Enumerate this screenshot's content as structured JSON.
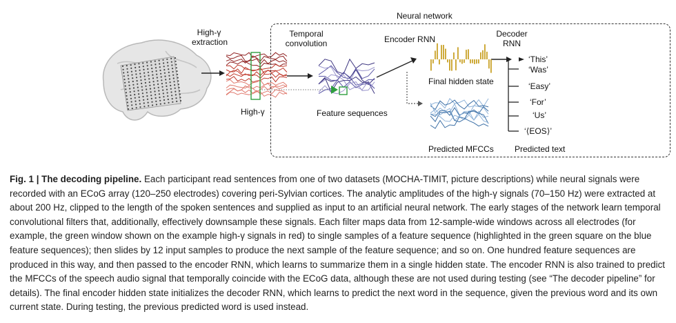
{
  "figure": {
    "labels": {
      "neural_network": "Neural network",
      "high_gamma_extraction_line1": "High-γ",
      "high_gamma_extraction_line2": "extraction",
      "temporal_convolution_line1": "Temporal",
      "temporal_convolution_line2": "convolution",
      "encoder_rnn": "Encoder RNN",
      "decoder_rnn_line1": "Decoder",
      "decoder_rnn_line2": "RNN",
      "final_hidden_state": "Final hidden state",
      "high_gamma": "High-γ",
      "feature_sequences": "Feature sequences",
      "predicted_mfccs": "Predicted MFCCs",
      "predicted_text": "Predicted text"
    },
    "predicted_words": [
      "‘This’",
      "‘Was’",
      "‘Easy’",
      "‘For’",
      "‘Us’",
      "‘⟨EOS⟩’"
    ],
    "colors": {
      "high_gamma_signals": "#c0392b",
      "feature_sequences": "#5b57a6",
      "highlight": "#2e9e3e",
      "hidden_state": "#c9a227",
      "mfcc": "#3a6ea5",
      "brain": "#e4e4e4"
    }
  },
  "caption": {
    "lead": "Fig. 1 | The decoding pipeline.",
    "text": " Each participant read sentences from one of two datasets (MOCHA-TIMIT, picture descriptions) while neural signals were recorded with an ECoG array (120–250 electrodes) covering peri-Sylvian cortices. The analytic amplitudes of the high-γ signals (70–150 Hz) were extracted at about 200 Hz, clipped to the length of the spoken sentences and supplied as input to an artificial neural network. The early stages of the network learn temporal convolutional filters that, additionally, effectively downsample these signals. Each filter maps data from 12-sample-wide windows across all electrodes (for example, the green window shown on the example high-γ signals in red) to single samples of a feature sequence (highlighted in the green square on the blue feature sequences); then slides by 12 input samples to produce the next sample of the feature sequence; and so on. One hundred feature sequences are produced in this way, and then passed to the encoder RNN, which learns to summarize them in a single hidden state. The encoder RNN is also trained to predict the MFCCs of the speech audio signal that temporally coincide with the ECoG data, although these are not used during testing (see “The decoder pipeline” for details). The final encoder hidden state initializes the decoder RNN, which learns to predict the next word in the sequence, given the previous word and its own current state. During testing, the previous predicted word is used instead."
  }
}
